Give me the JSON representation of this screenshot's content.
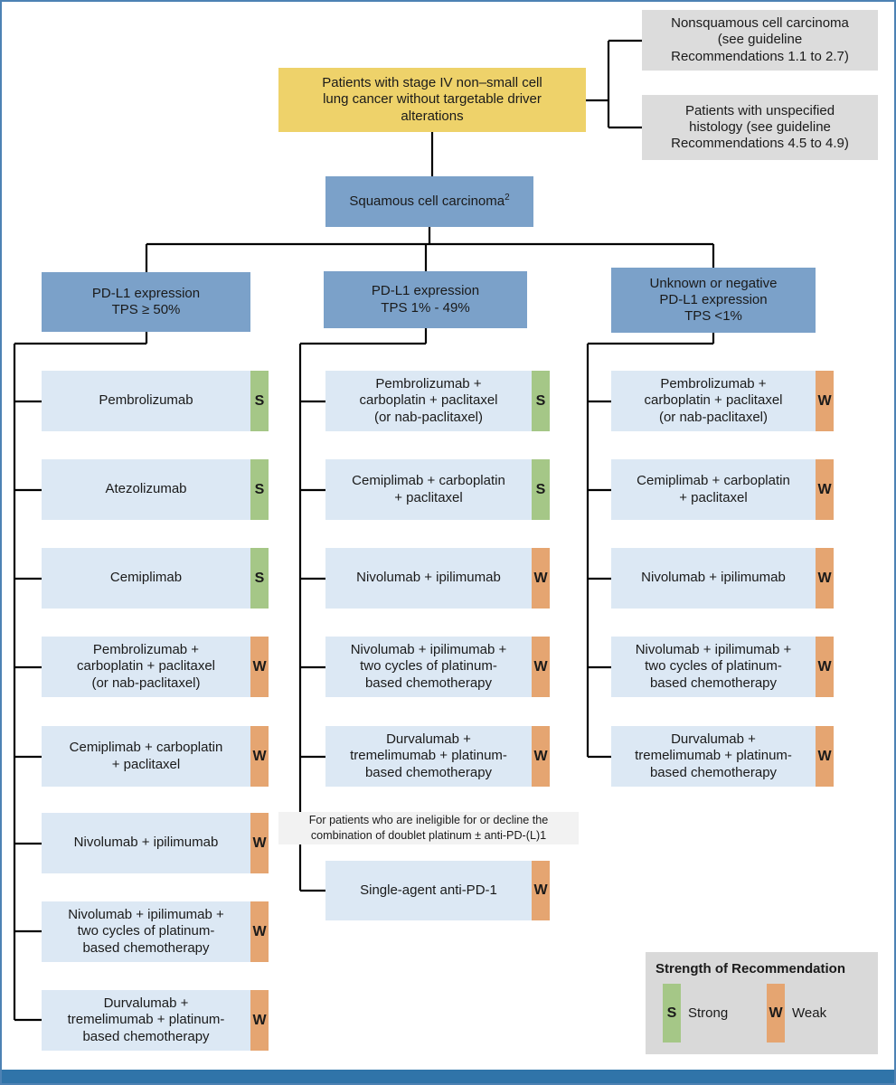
{
  "start": {
    "text": "Patients with stage IV non–small cell\nlung cancer without targetable driver\nalterations"
  },
  "referrals": [
    {
      "text": "Nonsquamous cell carcinoma\n(see guideline\nRecommendations 1.1 to 2.7)"
    },
    {
      "text": "Patients with unspecified\nhistology (see guideline\nRecommendations 4.5 to 4.9)"
    }
  ],
  "histology": {
    "text": "Squamous cell carcinoma",
    "sup": "2"
  },
  "columns": [
    {
      "header": "PD-L1 expression\nTPS ≥ 50%",
      "treatments": [
        {
          "name": "Pembrolizumab",
          "strength": "S"
        },
        {
          "name": "Atezolizumab",
          "strength": "S"
        },
        {
          "name": "Cemiplimab",
          "strength": "S"
        },
        {
          "name": "Pembrolizumab +\ncarboplatin + paclitaxel\n(or nab-paclitaxel)",
          "strength": "W"
        },
        {
          "name": "Cemiplimab + carboplatin\n+ paclitaxel",
          "strength": "W"
        },
        {
          "name": "Nivolumab + ipilimumab",
          "strength": "W"
        },
        {
          "name": "Nivolumab + ipilimumab +\ntwo cycles of platinum-\nbased chemotherapy",
          "strength": "W"
        },
        {
          "name": "Durvalumab +\ntremelimumab + platinum-\nbased chemotherapy",
          "strength": "W"
        }
      ]
    },
    {
      "header": "PD-L1 expression\nTPS 1% - 49%",
      "note": "For patients who are ineligible for or decline the\ncombination of doublet platinum ± anti-PD-(L)1",
      "treatments": [
        {
          "name": "Pembrolizumab +\ncarboplatin + paclitaxel\n(or nab-paclitaxel)",
          "strength": "S"
        },
        {
          "name": "Cemiplimab + carboplatin\n+ paclitaxel",
          "strength": "S"
        },
        {
          "name": "Nivolumab + ipilimumab",
          "strength": "W"
        },
        {
          "name": "Nivolumab + ipilimumab +\ntwo cycles of platinum-\nbased chemotherapy",
          "strength": "W"
        },
        {
          "name": "Durvalumab +\ntremelimumab + platinum-\nbased chemotherapy",
          "strength": "W"
        },
        {
          "name": "Single-agent anti-PD-1",
          "strength": "W"
        }
      ]
    },
    {
      "header": "Unknown or negative\nPD-L1 expression\nTPS <1%",
      "treatments": [
        {
          "name": "Pembrolizumab +\ncarboplatin + paclitaxel\n(or nab-paclitaxel)",
          "strength": "W"
        },
        {
          "name": "Cemiplimab + carboplatin\n+ paclitaxel",
          "strength": "W"
        },
        {
          "name": "Nivolumab + ipilimumab",
          "strength": "W"
        },
        {
          "name": "Nivolumab + ipilimumab +\ntwo cycles of platinum-\nbased chemotherapy",
          "strength": "W"
        },
        {
          "name": "Durvalumab +\ntremelimumab + platinum-\nbased chemotherapy",
          "strength": "W"
        }
      ]
    }
  ],
  "legend": {
    "title": "Strength of Recommendation",
    "items": [
      {
        "key": "S",
        "label": "Strong"
      },
      {
        "key": "W",
        "label": "Weak"
      }
    ]
  },
  "colors": {
    "start_yellow": "#eed26a",
    "header_blue": "#7ba1c9",
    "treatment_blue": "#dce8f4",
    "strong_green": "#a5c787",
    "weak_orange": "#e5a571",
    "referral_gray": "#dcdcdc",
    "note_gray": "#f2f2f2",
    "legend_gray": "#d9d9d9",
    "frame_blue": "#4d82b4",
    "bottom_bar_blue": "#3074a9",
    "connector_black": "#000000"
  }
}
